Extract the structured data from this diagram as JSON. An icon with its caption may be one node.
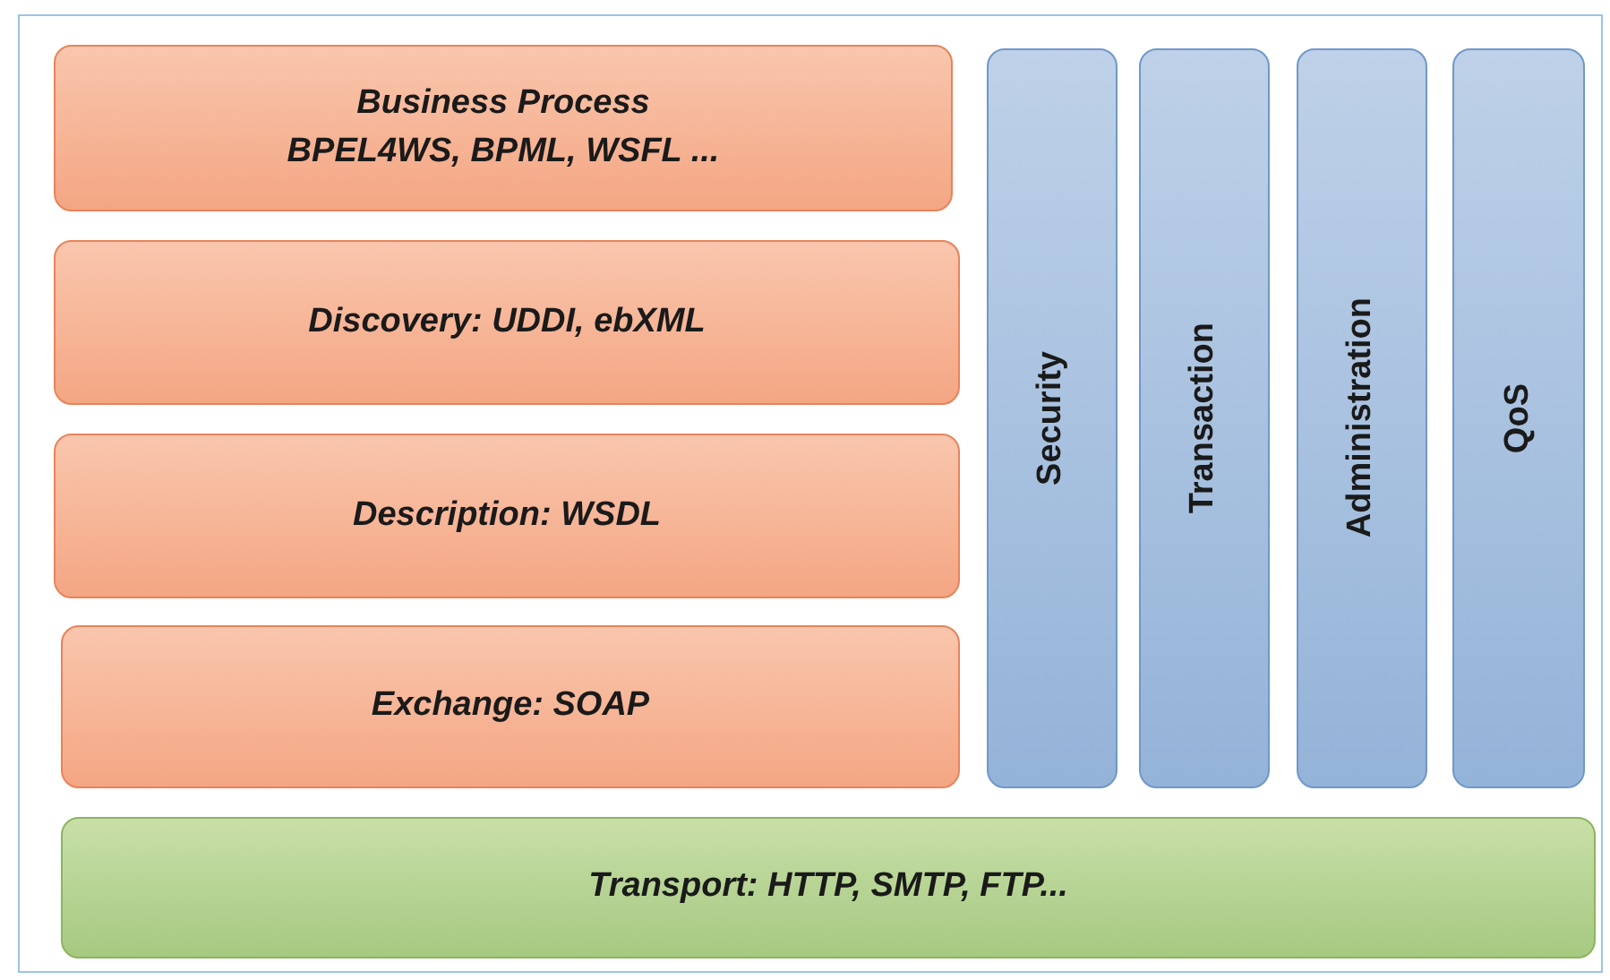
{
  "diagram": {
    "nodes": [
      {
        "text": [
          "Business Process",
          "BPEL4WS, BPML, WSFL ..."
        ]
      },
      {
        "text": [
          "Discovery: UDDI, ebXML"
        ]
      },
      {
        "text": [
          "Description: WSDL"
        ]
      },
      {
        "text": [
          "Exchange: SOAP"
        ]
      },
      {
        "text": [
          "Security"
        ]
      },
      {
        "text": [
          "Transaction"
        ]
      },
      {
        "text": [
          "Administration"
        ]
      },
      {
        "text": [
          "QoS"
        ]
      },
      {
        "text": [
          "Transport: HTTP, SMTP, FTP..."
        ]
      }
    ]
  }
}
